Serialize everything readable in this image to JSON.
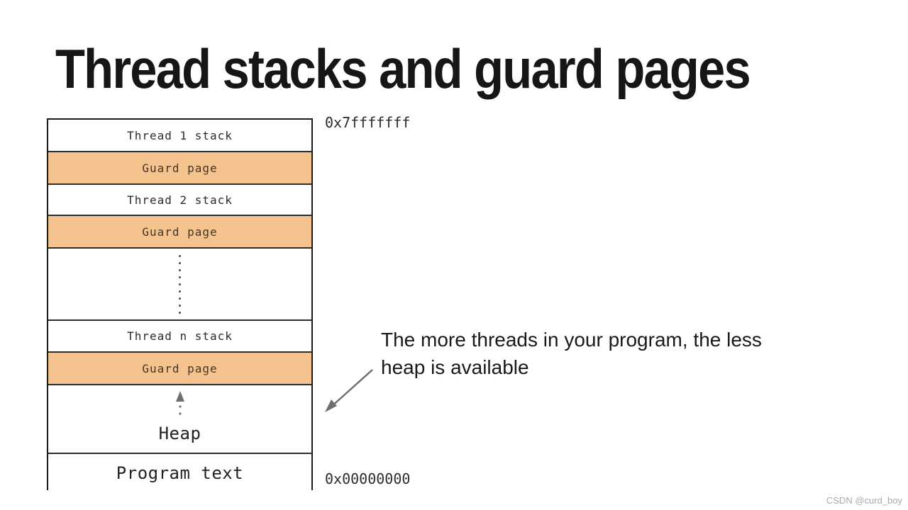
{
  "title": "Thread stacks and guard pages",
  "diagram": {
    "sections": [
      {
        "label": "Thread 1 stack",
        "type": "stack"
      },
      {
        "label": "Guard page",
        "type": "guard"
      },
      {
        "label": "Thread 2 stack",
        "type": "stack"
      },
      {
        "label": "Guard page",
        "type": "guard"
      },
      {
        "label": "",
        "type": "ellipsis"
      },
      {
        "label": "Thread n stack",
        "type": "stack"
      },
      {
        "label": "Guard page",
        "type": "guard"
      },
      {
        "label": "Heap",
        "type": "heap"
      },
      {
        "label": "Program text",
        "type": "program"
      }
    ],
    "address_top": "0x7fffffff",
    "address_bottom": "0x00000000",
    "colors": {
      "guard_fill": "#f5c48e",
      "guard_text": "#473423",
      "box_border": "#1b1b1b",
      "arrow_gray": "#6e6e6e"
    }
  },
  "annotation": {
    "text": "The more threads in your program, the less heap is available"
  },
  "watermark": "CSDN @curd_boy"
}
